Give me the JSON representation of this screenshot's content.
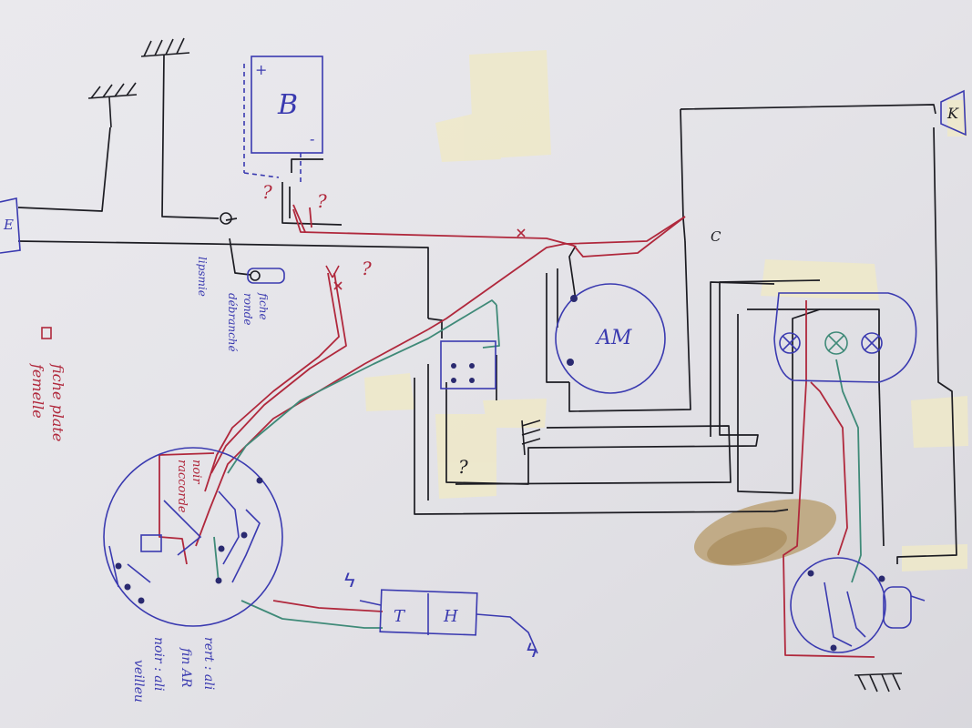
{
  "colors": {
    "paper": "#e9e8ec",
    "black_wire": "#1c1c22",
    "red_wire": "#b0283c",
    "green_wire": "#3f8a78",
    "blue_ink": "#3a3ab0",
    "tape": "#efe9c8",
    "stain": "#a8823c"
  },
  "labels": {
    "battery": "B",
    "battery_plus": "+",
    "battery_minus": "-",
    "front_connector": "E",
    "question_1": "?",
    "question_2": "?",
    "question_3": "?",
    "question_4": "?",
    "switch_c": "C",
    "alternator": "AM",
    "horn": "K",
    "ht_unit": "H",
    "ht_unit_t": "T",
    "lightning_1": "ϟ",
    "lightning_2": "ϟ",
    "fiche_note_1": "fiche",
    "fiche_note_2": "ronde",
    "fiche_note_3": "débranché",
    "fiche_note_4": "lipsmie",
    "red_note_1": "fiche plate",
    "red_note_2": "femelle",
    "wire_note_1": "noir",
    "wire_note_2": "raccorde",
    "bottom_note_1": "rert : ali",
    "bottom_note_2": "fin AR",
    "bottom_note_3": "noir : ali",
    "bottom_note_4": "veilleu"
  }
}
